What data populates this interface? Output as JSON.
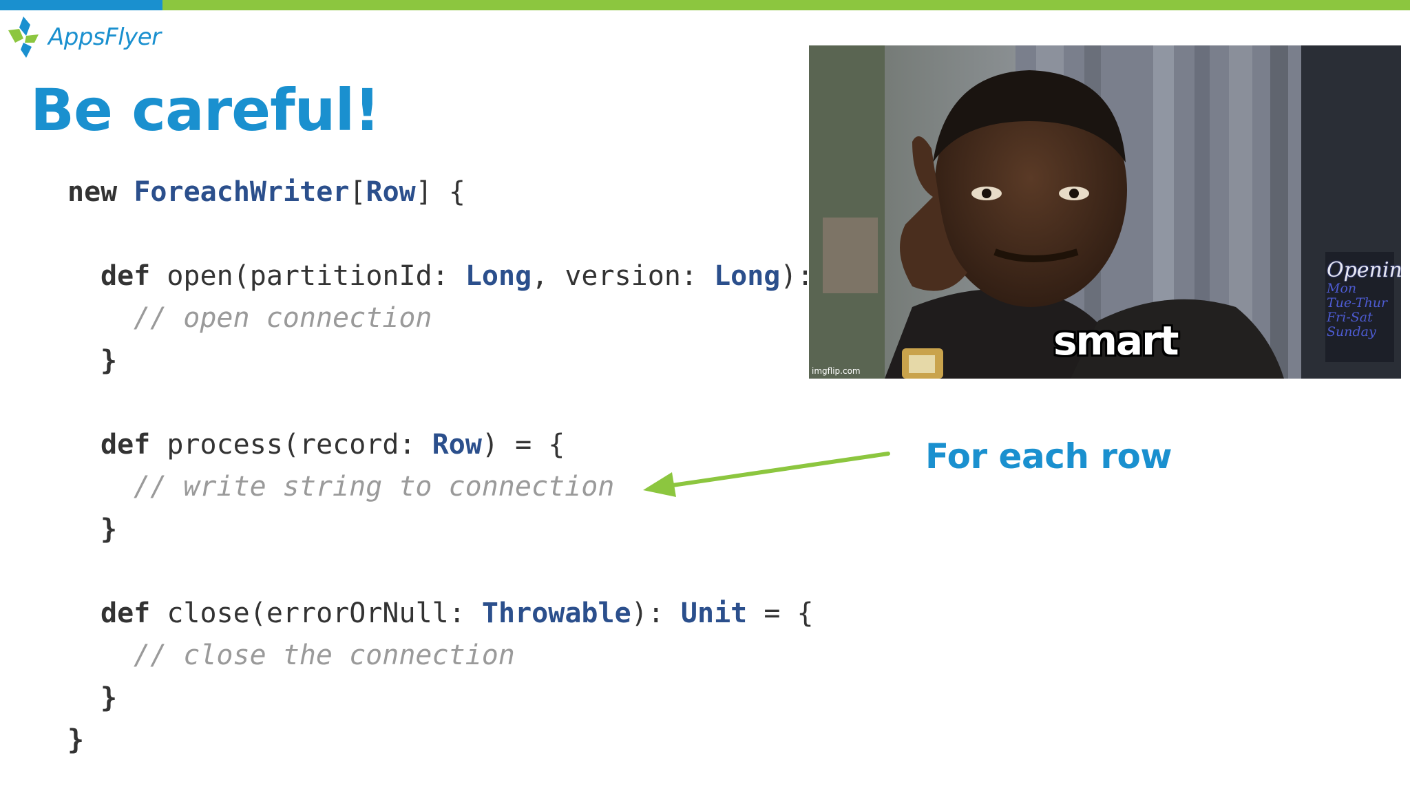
{
  "colors": {
    "brand_blue": "#1a90cf",
    "brand_green": "#8cc63f",
    "code_type": "#2b4f8c",
    "code_comment": "#9a9a9a"
  },
  "logo": {
    "text": "AppsFlyer",
    "icon": "appsflyer-logo-icon"
  },
  "slide": {
    "title": "Be careful!"
  },
  "code": {
    "line1": {
      "kw": "new",
      "ty1": "ForeachWriter",
      "p1": "[",
      "ty2": "Row",
      "p2": "] {"
    },
    "line2": {
      "kw": "def",
      "p1": "open(partitionId: ",
      "ty1": "Long",
      "p2": ", version: ",
      "ty2": "Long",
      "p3": "):"
    },
    "line3": {
      "cm": "// open connection"
    },
    "line4": {
      "p": "}"
    },
    "line5": {
      "kw": "def",
      "p1": "process(record: ",
      "ty1": "Row",
      "p2": ") = {"
    },
    "line6": {
      "cm": "// write string to connection"
    },
    "line7": {
      "p": "}"
    },
    "line8": {
      "kw": "def",
      "p1": "close(errorOrNull: ",
      "ty1": "Throwable",
      "p2": "): ",
      "ty2": "Unit",
      "p3": " = {"
    },
    "line9": {
      "cm": "// close the connection"
    },
    "line10": {
      "p": "}"
    },
    "line11": {
      "p": "}"
    }
  },
  "meme": {
    "caption": "smart",
    "watermark": "imgflip.com",
    "sign": {
      "title": "Opening",
      "rows": [
        "Mon",
        "Tue-Thur",
        "Fri-Sat",
        "Sunday"
      ]
    }
  },
  "annotation": {
    "text": "For each row"
  }
}
